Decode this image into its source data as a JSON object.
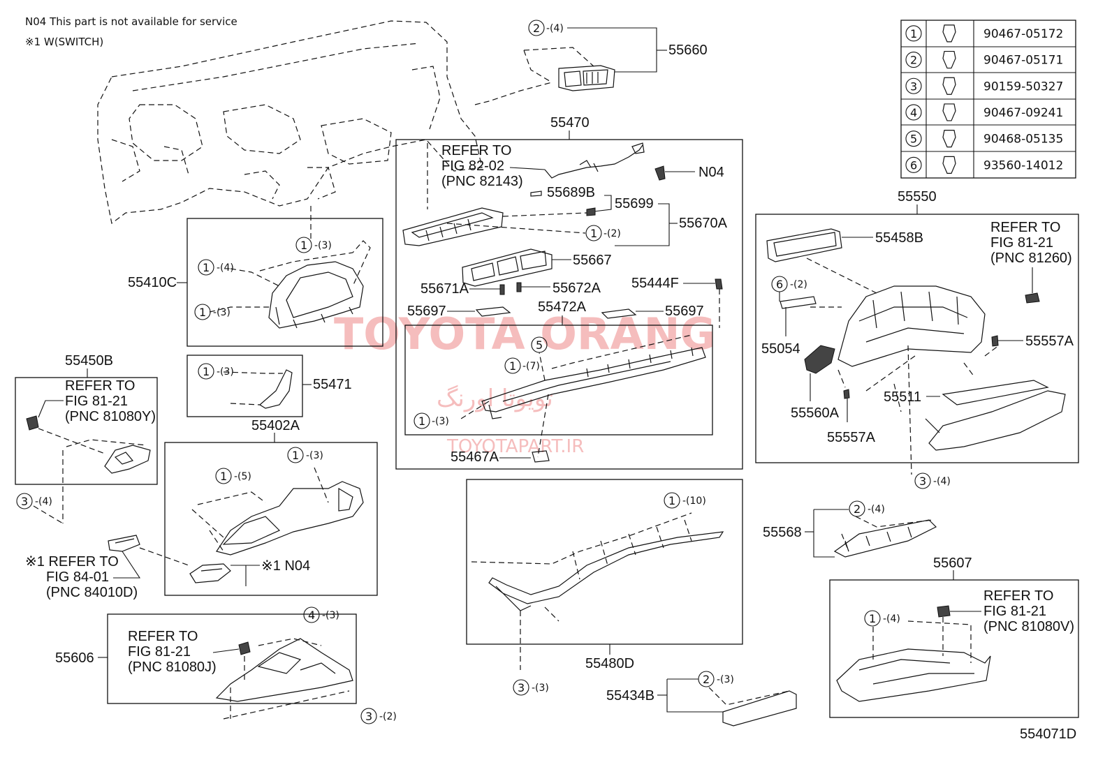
{
  "notes": {
    "line1": "N04 This part is not available for service",
    "line2": "※1 W(SWITCH)"
  },
  "figure_code": "554071D",
  "watermark": {
    "main": "TOYOTA ORANG",
    "farsi": "تویوتا اورنگ",
    "url": "TOYOTAPART.IR"
  },
  "fastener_table": [
    {
      "num": "1",
      "part": "90467-05172"
    },
    {
      "num": "2",
      "part": "90467-05171"
    },
    {
      "num": "3",
      "part": "90159-50327"
    },
    {
      "num": "4",
      "part": "90467-09241"
    },
    {
      "num": "5",
      "part": "90468-05135"
    },
    {
      "num": "6",
      "part": "93560-14012"
    }
  ],
  "labels": {
    "p55660": "55660",
    "p55470": "55470",
    "p55550": "55550",
    "p55410C": "55410C",
    "p55450B": "55450B",
    "p55471": "55471",
    "p55402A": "55402A",
    "p55689B": "55689B",
    "p55699": "55699",
    "p55670A": "55670A",
    "pN04a": "N04",
    "p55667": "55667",
    "p55671A": "55671A",
    "p55672A": "55672A",
    "p55444F": "55444F",
    "p55697a": "55697",
    "p55472A": "55472A",
    "p55697b": "55697",
    "p55467A": "55467A",
    "p55458B": "55458B",
    "p55054": "55054",
    "p55557Aa": "55557A",
    "p55560A": "55560A",
    "p55511": "55511",
    "p55557Ab": "55557A",
    "p55568": "55568",
    "p55607": "55607",
    "p55606": "55606",
    "p55480D": "55480D",
    "p55434B": "55434B",
    "pN04b": "※1 N04"
  },
  "refs": {
    "r8202": {
      "l1": "REFER TO",
      "l2": "FIG 82-02",
      "l3": "(PNC 82143)"
    },
    "r81260": {
      "l1": "REFER TO",
      "l2": "FIG 81-21",
      "l3": "(PNC 81260)"
    },
    "r81080Y": {
      "l1": "REFER TO",
      "l2": "FIG 81-21",
      "l3": "(PNC 81080Y)"
    },
    "r84010D": {
      "l1": "※1 REFER TO",
      "l2": "FIG 84-01",
      "l3": "(PNC 84010D)"
    },
    "r81080J": {
      "l1": "REFER TO",
      "l2": "FIG 81-21",
      "l3": "(PNC 81080J)"
    },
    "r81080V": {
      "l1": "REFER TO",
      "l2": "FIG 81-21",
      "l3": "(PNC 81080V)"
    }
  },
  "callouts": {
    "c55660": {
      "n": "2",
      "q": "-(4)"
    },
    "c55670A": {
      "n": "1",
      "q": "-(2)"
    },
    "c410a": {
      "n": "1",
      "q": "-(3)"
    },
    "c410b": {
      "n": "1",
      "q": "-(4)"
    },
    "c410c": {
      "n": "1",
      "q": "-(3)"
    },
    "c471": {
      "n": "1",
      "q": "-(3)"
    },
    "c402a": {
      "n": "1",
      "q": "-(3)"
    },
    "c402b": {
      "n": "1",
      "q": "-(5)"
    },
    "c450": {
      "n": "3",
      "q": "-(4)"
    },
    "c472a": {
      "n": "5",
      "q": ""
    },
    "c472b": {
      "n": "1",
      "q": "-(7)"
    },
    "c472c": {
      "n": "1",
      "q": "-(3)"
    },
    "c550": {
      "n": "6",
      "q": "-(2)"
    },
    "c550b": {
      "n": "3",
      "q": "-(4)"
    },
    "c480a": {
      "n": "1",
      "q": "-(10)"
    },
    "c480b": {
      "n": "3",
      "q": "-(3)"
    },
    "c568": {
      "n": "2",
      "q": "-(4)"
    },
    "c607": {
      "n": "1",
      "q": "-(4)"
    },
    "c606a": {
      "n": "4",
      "q": "-(3)"
    },
    "c606b": {
      "n": "3",
      "q": "-(2)"
    },
    "c434": {
      "n": "2",
      "q": "-(3)"
    }
  }
}
